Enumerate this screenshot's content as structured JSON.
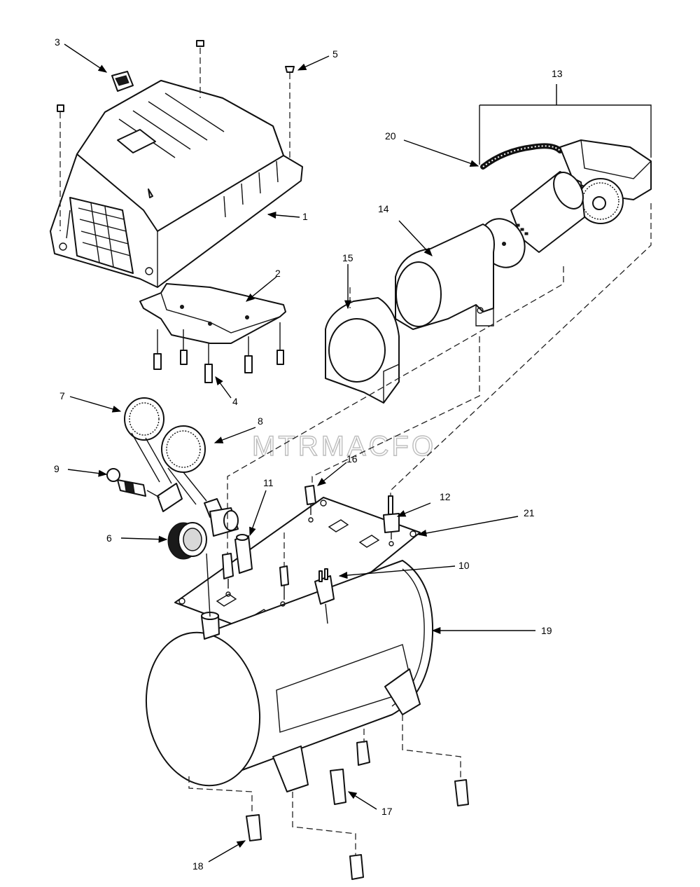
{
  "callouts": [
    {
      "id": "1",
      "label": "1"
    },
    {
      "id": "2",
      "label": "2"
    },
    {
      "id": "3",
      "label": "3"
    },
    {
      "id": "4",
      "label": "4"
    },
    {
      "id": "5",
      "label": "5"
    },
    {
      "id": "6",
      "label": "6"
    },
    {
      "id": "7",
      "label": "7"
    },
    {
      "id": "8",
      "label": "8"
    },
    {
      "id": "9",
      "label": "9"
    },
    {
      "id": "10",
      "label": "10"
    },
    {
      "id": "11",
      "label": "11"
    },
    {
      "id": "12",
      "label": "12"
    },
    {
      "id": "13",
      "label": "13"
    },
    {
      "id": "14",
      "label": "14"
    },
    {
      "id": "15",
      "label": "15"
    },
    {
      "id": "16",
      "label": "16"
    },
    {
      "id": "17",
      "label": "17"
    },
    {
      "id": "18",
      "label": "18"
    },
    {
      "id": "19",
      "label": "19"
    },
    {
      "id": "20",
      "label": "20"
    },
    {
      "id": "21",
      "label": "21"
    }
  ],
  "watermark": "MTRMACFO"
}
